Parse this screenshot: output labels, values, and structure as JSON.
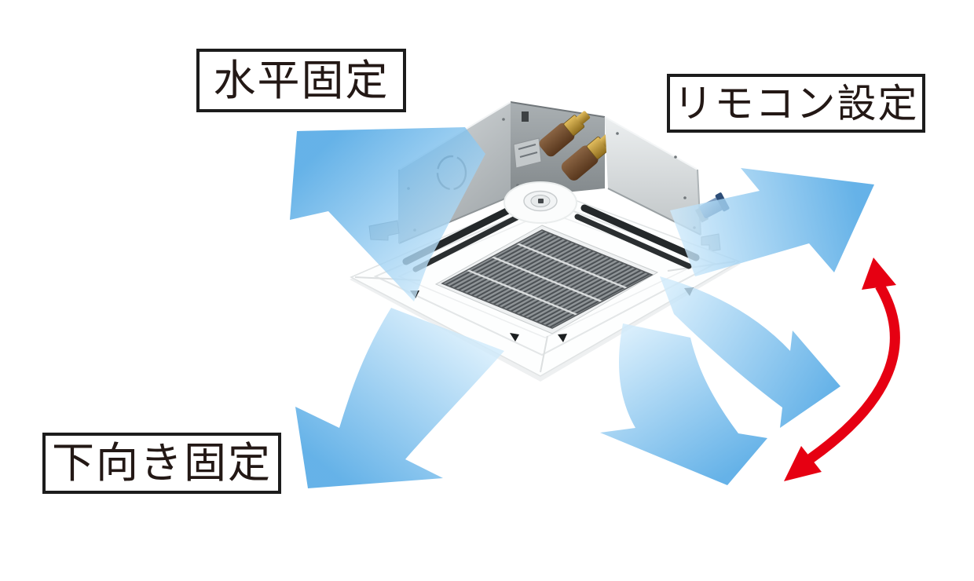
{
  "diagram": {
    "labels": {
      "horizontal_fixed": "水平固定",
      "remote_setting": "リモコン設定",
      "downward_fixed": "下向き固定"
    },
    "colors": {
      "background": "#ffffff",
      "airflow_dark": "#3f9fe2",
      "airflow_light": "#cfeafb",
      "swing_red": "#e60012",
      "label_border": "#1c1c1c",
      "label_text": "#231815"
    },
    "icons": {
      "airflow_arrow": "wide light-blue arrow showing air discharge direction",
      "swing_arrow": "red curved double-headed arrow showing louver swing range",
      "ac_unit": "4-way ceiling cassette indoor unit"
    }
  }
}
